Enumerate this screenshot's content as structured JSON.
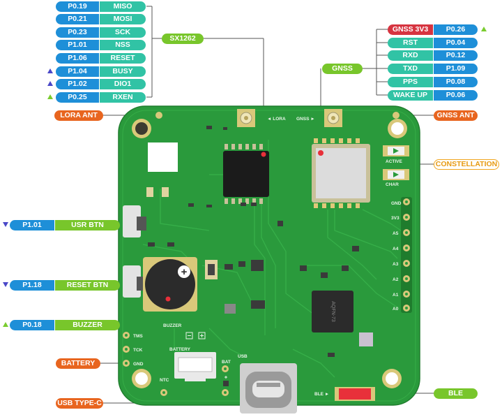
{
  "pins_left_top": [
    {
      "pin": "P0.19",
      "func": "MISO"
    },
    {
      "pin": "P0.21",
      "func": "MOSI"
    },
    {
      "pin": "P0.23",
      "func": "SCK"
    },
    {
      "pin": "P1.01",
      "func": "NSS"
    },
    {
      "pin": "P1.06",
      "func": "RESET"
    },
    {
      "pin": "P1.04",
      "func": "BUSY"
    },
    {
      "pin": "P1.02",
      "func": "DIO1"
    },
    {
      "pin": "P0.25",
      "func": "RXEN"
    }
  ],
  "sx1262_label": "SX1262",
  "lora_ant_label": "LORA ANT",
  "gnss_label": "GNSS",
  "gnss_pins": [
    {
      "func": "GNSS 3V3",
      "pin": "P0.26"
    },
    {
      "func": "RST",
      "pin": "P0.04"
    },
    {
      "func": "RXD",
      "pin": "P0.12"
    },
    {
      "func": "TXD",
      "pin": "P1.09"
    },
    {
      "func": "PPS",
      "pin": "P0.08"
    },
    {
      "func": "WAKE UP",
      "pin": "P0.06"
    }
  ],
  "gnss_ant_label": "GNSS ANT",
  "constellation_label": "CONSTELLATION",
  "usr_btn": {
    "pin": "P1.01",
    "func": "USR BTN"
  },
  "reset_btn": {
    "pin": "P1.18",
    "func": "RESET BTN"
  },
  "buzzer": {
    "pin": "P0.18",
    "func": "BUZZER"
  },
  "battery_label": "BATTERY",
  "usb_label": "USB TYPE-C",
  "ble_label": "BLE",
  "silk": {
    "lora": "◄ LORA",
    "gnss": "GNSS ►",
    "active": "ACTIVE",
    "charge": "CHAR",
    "gnd": "GND",
    "v33": "3V3",
    "a5": "A5",
    "a4": "A4",
    "a3": "A3",
    "a2": "A2",
    "a1": "A1",
    "a0": "A0",
    "tms": "TMS",
    "tck": "TCK",
    "gnd2": "GND",
    "battery": "BATTERY",
    "bat": "BAT",
    "ntc": "NTC",
    "usb": "USB",
    "buzzer": "BUZZER",
    "ble": "BLE ►",
    "mcu": "AQFN-73"
  },
  "colors": {
    "pcb": "#2a9a3c",
    "pin_blue": "#1e8fd8",
    "func_teal": "#31c3a5",
    "power_red": "#d63440",
    "ant_orange": "#e8651f",
    "chip_green": "#78c62b"
  }
}
